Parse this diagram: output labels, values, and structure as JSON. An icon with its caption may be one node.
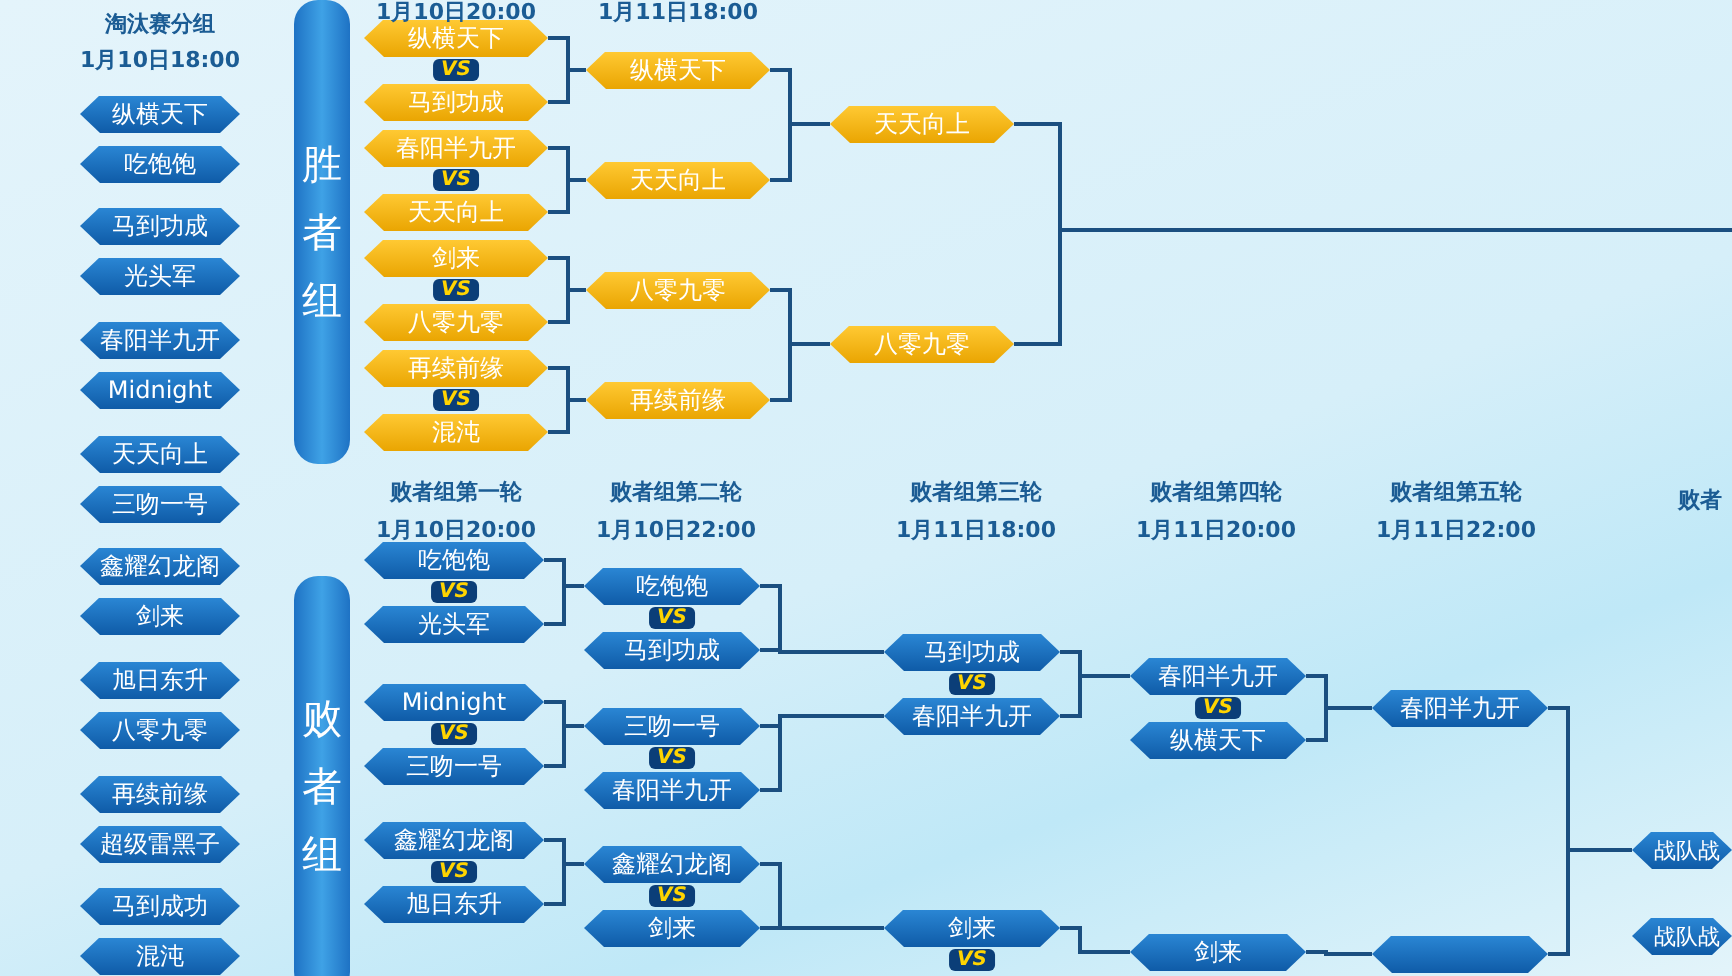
{
  "diagram": {
    "nodes": [
      {
        "text": [
          "纵横天下"
        ]
      },
      {
        "text": [
          "吃饱饱"
        ]
      },
      {
        "text": [
          "马到功成"
        ]
      },
      {
        "text": [
          "光头军"
        ]
      },
      {
        "text": [
          "春阳半九开"
        ]
      },
      {
        "text": [
          "Midnight"
        ]
      },
      {
        "text": [
          "天天向上"
        ]
      },
      {
        "text": [
          "三吻一号"
        ]
      },
      {
        "text": [
          "鑫耀幻龙阁"
        ]
      },
      {
        "text": [
          "剑来"
        ]
      },
      {
        "text": [
          "旭日东升"
        ]
      },
      {
        "text": [
          "八零九零"
        ]
      },
      {
        "text": [
          "再续前缘"
        ]
      },
      {
        "text": [
          "超级雷黑子"
        ]
      },
      {
        "text": [
          "马到成功"
        ]
      },
      {
        "text": [
          "混沌"
        ]
      },
      {
        "text": [
          "胜者组"
        ]
      },
      {
        "text": [
          "败者组"
        ]
      },
      {
        "text": [
          "纵横天下"
        ]
      },
      {
        "text": [
          "马到功成"
        ]
      },
      {
        "text": [
          "春阳半九开"
        ]
      },
      {
        "text": [
          "天天向上"
        ]
      },
      {
        "text": [
          "剑来"
        ]
      },
      {
        "text": [
          "八零九零"
        ]
      },
      {
        "text": [
          "再续前缘"
        ]
      },
      {
        "text": [
          "混沌"
        ]
      },
      {
        "text": [
          "纵横天下"
        ]
      },
      {
        "text": [
          "天天向上"
        ]
      },
      {
        "text": [
          "八零九零"
        ]
      },
      {
        "text": [
          "再续前缘"
        ]
      },
      {
        "text": [
          "天天向上"
        ]
      },
      {
        "text": [
          "八零九零"
        ]
      },
      {
        "text": [
          "吃饱饱"
        ]
      },
      {
        "text": [
          "光头军"
        ]
      },
      {
        "text": [
          "Midnight"
        ]
      },
      {
        "text": [
          "三吻一号"
        ]
      },
      {
        "text": [
          "鑫耀幻龙阁"
        ]
      },
      {
        "text": [
          "旭日东升"
        ]
      },
      {
        "text": [
          "吃饱饱"
        ]
      },
      {
        "text": [
          "马到功成"
        ]
      },
      {
        "text": [
          "三吻一号"
        ]
      },
      {
        "text": [
          "春阳半九开"
        ]
      },
      {
        "text": [
          "鑫耀幻龙阁"
        ]
      },
      {
        "text": [
          "剑来"
        ]
      },
      {
        "text": [
          "马到功成"
        ]
      },
      {
        "text": [
          "春阳半九开"
        ]
      },
      {
        "text": [
          "剑来"
        ]
      },
      {
        "text": [
          "春阳半九开"
        ]
      },
      {
        "text": [
          "纵横天下"
        ]
      },
      {
        "text": [
          "剑来"
        ]
      },
      {
        "text": [
          "春阳半九开"
        ]
      },
      {
        "text": [],
        "shape": "box"
      },
      {
        "text": [
          "战队战"
        ]
      },
      {
        "text": [
          "战队战"
        ]
      }
    ],
    "edges": [
      {
        "from": 18,
        "to": 26,
        "arrow": "none"
      },
      {
        "from": 19,
        "to": 26,
        "arrow": "none"
      },
      {
        "from": 20,
        "to": 27,
        "arrow": "none"
      },
      {
        "from": 21,
        "to": 27,
        "arrow": "none"
      },
      {
        "from": 22,
        "to": 28,
        "arrow": "none"
      },
      {
        "from": 23,
        "to": 28,
        "arrow": "none"
      },
      {
        "from": 24,
        "to": 29,
        "arrow": "none"
      },
      {
        "from": 25,
        "to": 29,
        "arrow": "none"
      },
      {
        "from": 26,
        "to": 30,
        "arrow": "none"
      },
      {
        "from": 27,
        "to": 30,
        "arrow": "none"
      },
      {
        "from": 28,
        "to": 31,
        "arrow": "none"
      },
      {
        "from": 29,
        "to": 31,
        "arrow": "none"
      },
      {
        "from": 30,
        "to": null,
        "arrow": "none"
      },
      {
        "from": 31,
        "to": null,
        "arrow": "none"
      },
      {
        "from": 32,
        "to": 38,
        "arrow": "none"
      },
      {
        "from": 33,
        "to": 38,
        "arrow": "none"
      },
      {
        "from": 34,
        "to": 40,
        "arrow": "none"
      },
      {
        "from": 35,
        "to": 40,
        "arrow": "none"
      },
      {
        "from": 36,
        "to": 42,
        "arrow": "none"
      },
      {
        "from": 37,
        "to": 42,
        "arrow": "none"
      },
      {
        "from": 38,
        "to": 44,
        "arrow": "none"
      },
      {
        "from": 39,
        "to": 44,
        "arrow": "none"
      },
      {
        "from": 40,
        "to": 45,
        "arrow": "none"
      },
      {
        "from": 41,
        "to": 45,
        "arrow": "none"
      },
      {
        "from": 42,
        "to": 46,
        "arrow": "none"
      },
      {
        "from": 43,
        "to": 46,
        "arrow": "none"
      },
      {
        "from": 44,
        "to": 47,
        "arrow": "none"
      },
      {
        "from": 45,
        "to": 47,
        "arrow": "none"
      },
      {
        "from": 46,
        "to": 49,
        "arrow": "none"
      },
      {
        "from": 47,
        "to": 50,
        "arrow": "none"
      },
      {
        "from": 48,
        "to": 50,
        "arrow": "none"
      },
      {
        "from": 49,
        "to": 51,
        "arrow": "none"
      },
      {
        "from": 50,
        "to": 52,
        "arrow": "none"
      },
      {
        "from": 51,
        "to": 52,
        "arrow": "none"
      }
    ],
    "labels": [
      "淘汰赛分组",
      "1月10日18:00",
      "1月10日20:00",
      "1月11日18:00",
      "VS",
      "VS",
      "VS",
      "VS",
      "败者组第一轮",
      "1月10日20:00",
      "败者组第二轮",
      "1月10日22:00",
      "败者组第三轮",
      "1月11日18:00",
      "败者组第四轮",
      "1月11日20:00",
      "败者组第五轮",
      "1月11日22:00",
      "败者",
      "VS",
      "VS",
      "VS",
      "VS",
      "VS",
      "VS",
      "VS",
      "VS",
      "VS"
    ]
  }
}
